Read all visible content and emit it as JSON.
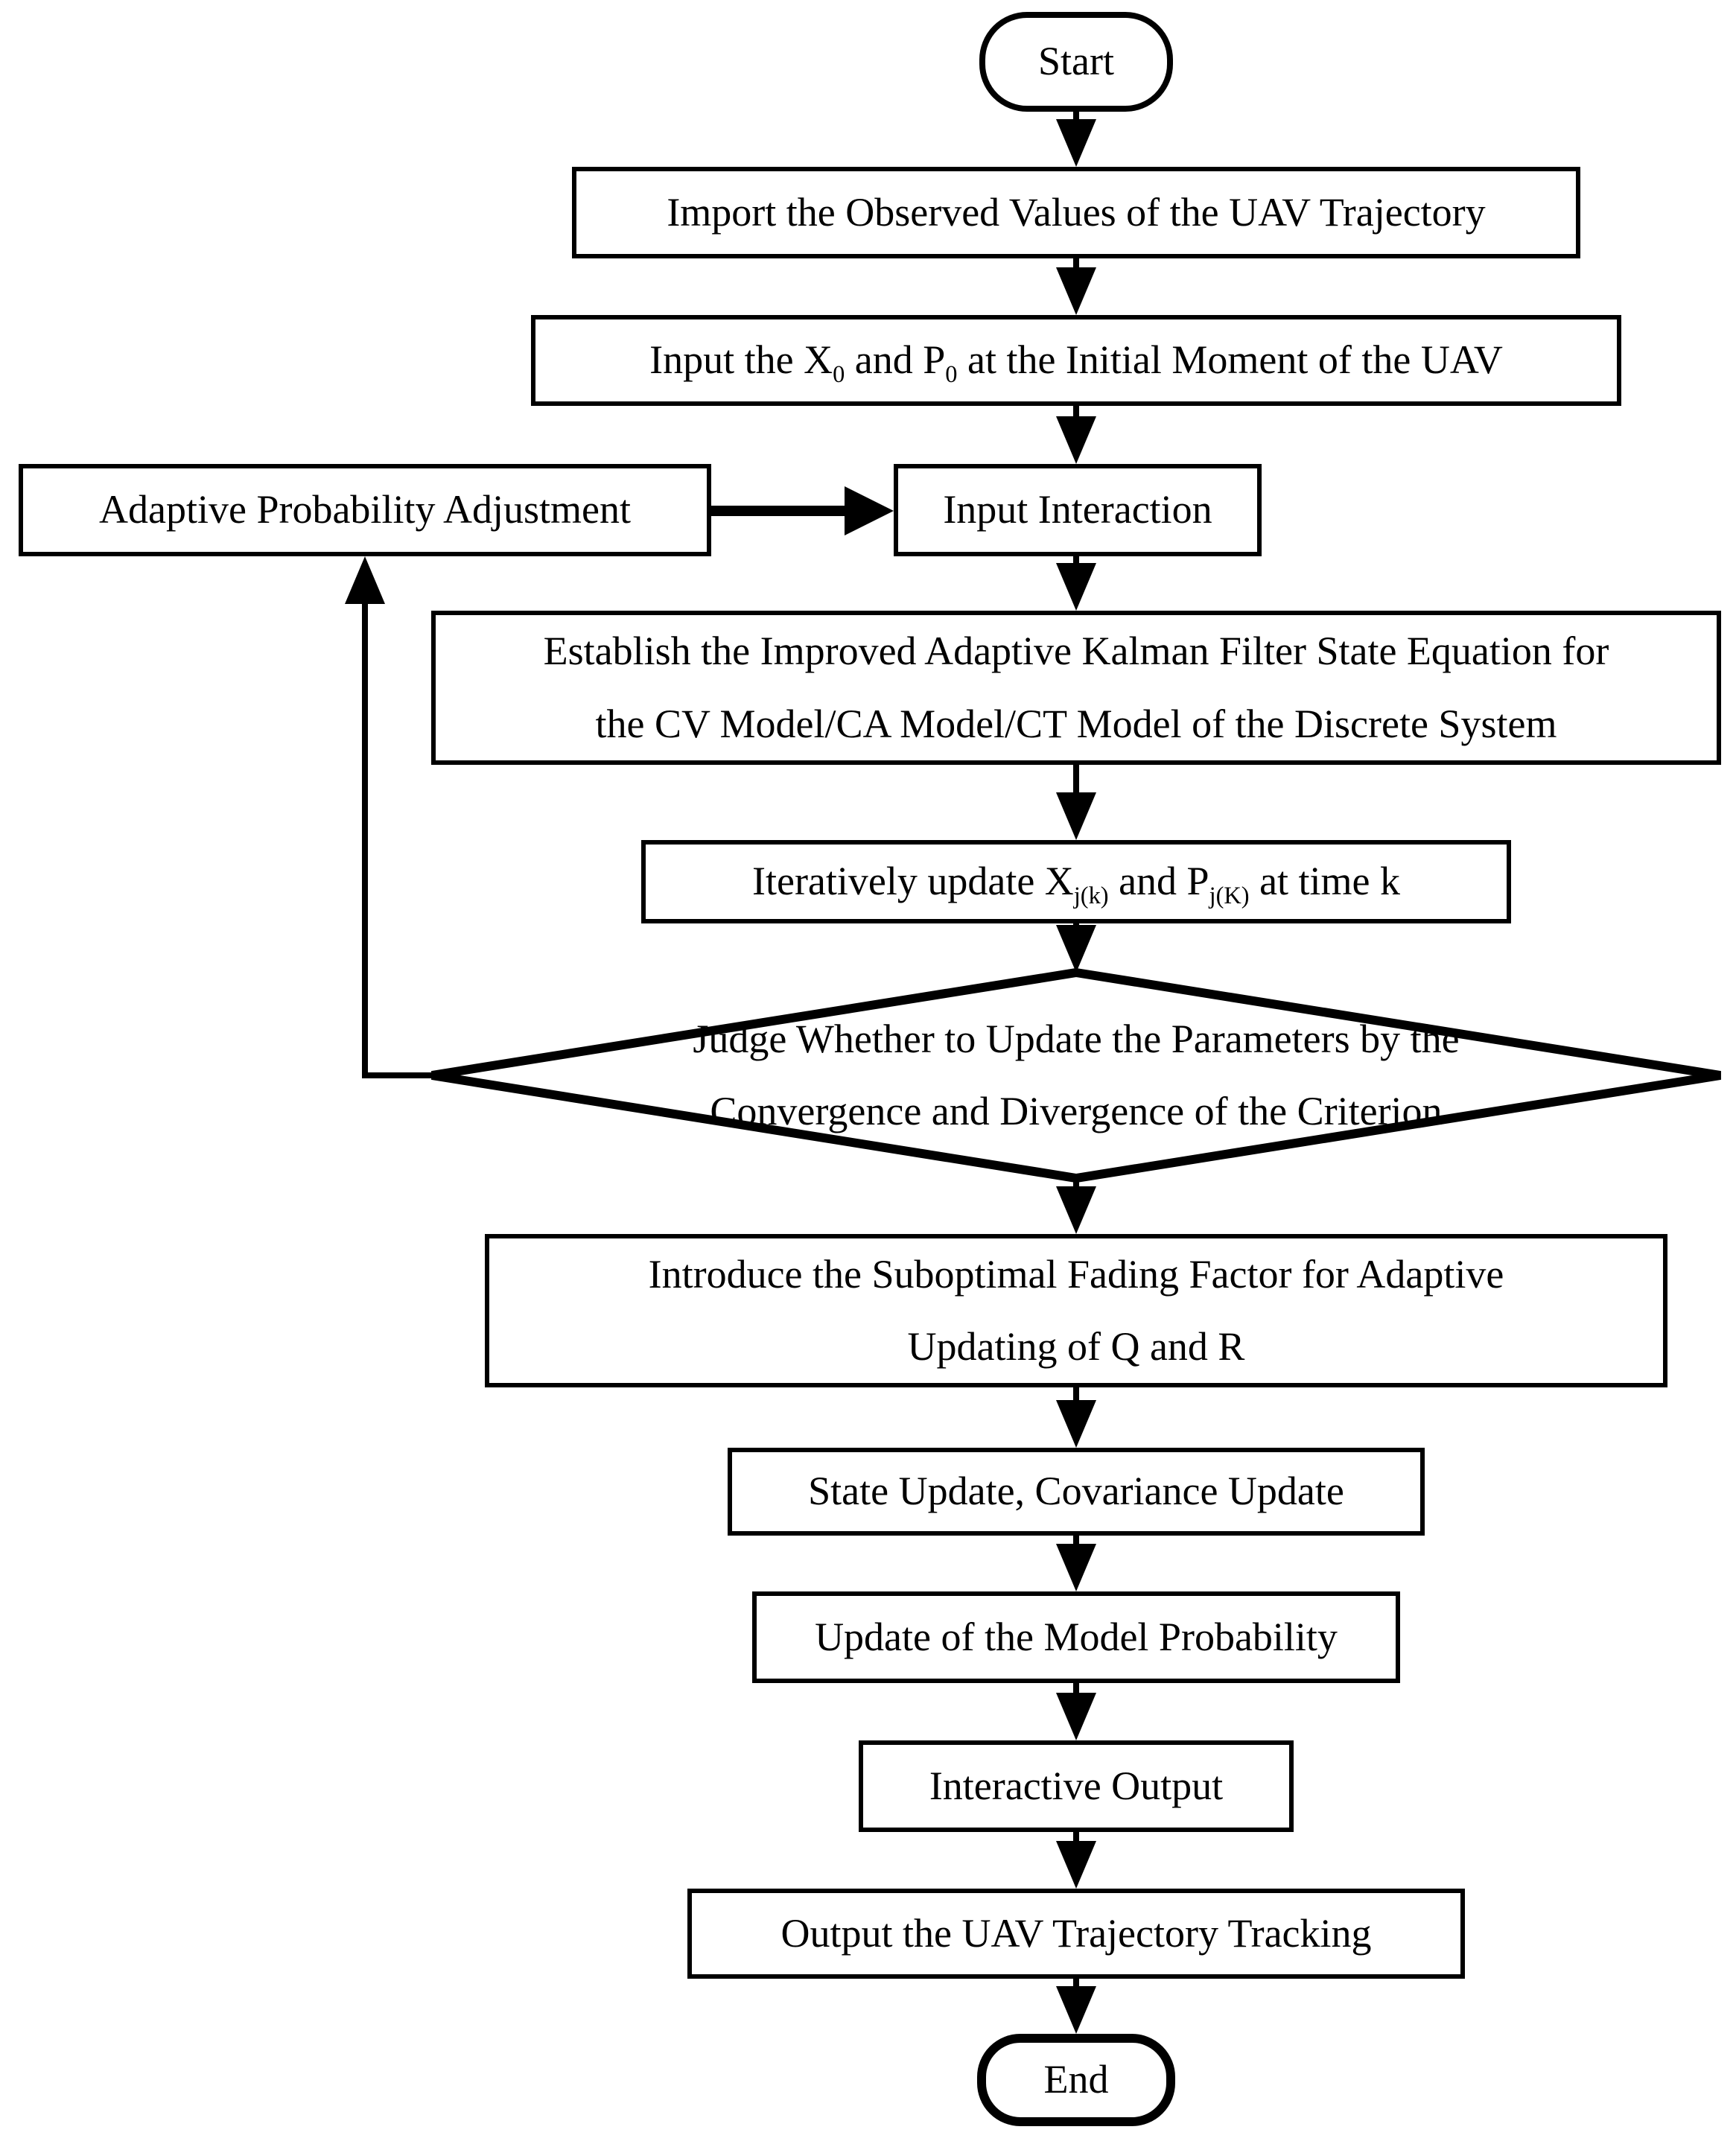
{
  "figure": {
    "ink": "#000000",
    "background": "#ffffff"
  },
  "nodes": {
    "start": {
      "type": "terminator",
      "label": "Start"
    },
    "import": {
      "type": "process",
      "label": "Import the Observed Values of the UAV Trajectory"
    },
    "input_init": {
      "type": "process",
      "parts": {
        "p1": "Input the X",
        "s1": "0",
        "p2": " and P",
        "s2": "0",
        "p3": " at the Initial Moment of the UAV"
      }
    },
    "adaptive": {
      "type": "process",
      "label": "Adaptive Probability Adjustment"
    },
    "input_interaction": {
      "type": "process",
      "label": "Input Interaction"
    },
    "establish": {
      "type": "process",
      "label": "Establish the Improved Adaptive Kalman Filter State Equation for\nthe CV Model/CA Model/CT Model of the Discrete System"
    },
    "iterative": {
      "type": "process",
      "parts": {
        "p1": "Iteratively update X",
        "s1": "j(k)",
        "p2": " and P",
        "s2": "j(K)",
        "p3": " at time k"
      }
    },
    "judge": {
      "type": "decision",
      "label": "Judge Whether to Update the Parameters by the\nConvergence and Divergence of the Criterion"
    },
    "introduce": {
      "type": "process",
      "label": "Introduce the Suboptimal Fading Factor for Adaptive\nUpdating of Q and R"
    },
    "state_update": {
      "type": "process",
      "label": "State Update, Covariance Update"
    },
    "model_prob": {
      "type": "process",
      "label": "Update of the Model Probability"
    },
    "interactive_output": {
      "type": "process",
      "label": "Interactive Output"
    },
    "output": {
      "type": "process",
      "label": "Output the UAV Trajectory Tracking"
    },
    "end": {
      "type": "terminator",
      "label": "End"
    }
  }
}
